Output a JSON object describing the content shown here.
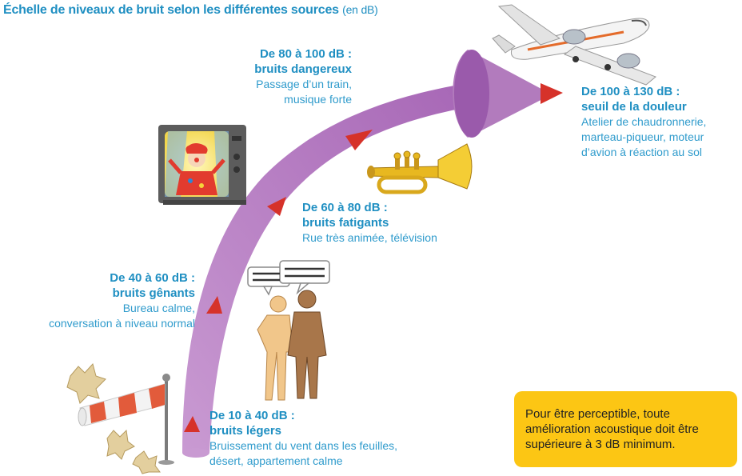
{
  "title": "Échelle de niveaux de bruit selon les différentes sources",
  "title_unit": "(en dB)",
  "levels": [
    {
      "range": "De 10 à 40 dB :",
      "name": "bruits légers",
      "desc": [
        "Bruissement du vent dans les feuilles,",
        "désert, appartement calme"
      ]
    },
    {
      "range": "De 40 à 60 dB :",
      "name": "bruits gênants",
      "desc": [
        "Bureau calme,",
        "conversation à niveau normal"
      ]
    },
    {
      "range": "De 60 à 80 dB :",
      "name": "bruits fatigants",
      "desc": [
        "Rue très animée, télévision"
      ]
    },
    {
      "range": "De 80 à 100 dB :",
      "name": "bruits dangereux",
      "desc": [
        "Passage d’un train,",
        "musique forte"
      ]
    },
    {
      "range": "De 100 à 130 dB :",
      "name": "seuil de la douleur",
      "desc": [
        "Atelier de chaudronnerie,",
        "marteau-piqueur, moteur",
        "d’avion à réaction au sol"
      ]
    }
  ],
  "note": "Pour être perceptible, toute amélioration acoustique doit être supérieure à 3 dB minimum.",
  "colors": {
    "text": "#1f8fc2",
    "arrow": "#b27bbd",
    "arrow_dark": "#8e4f9f",
    "marker": "#d6322a",
    "note_bg": "#fcc614"
  },
  "icons": [
    "windsock-icon",
    "leaf-icon",
    "people-talking-icon",
    "speech-bubble-icon",
    "television-clown-icon",
    "trumpet-icon",
    "airplane-icon"
  ]
}
